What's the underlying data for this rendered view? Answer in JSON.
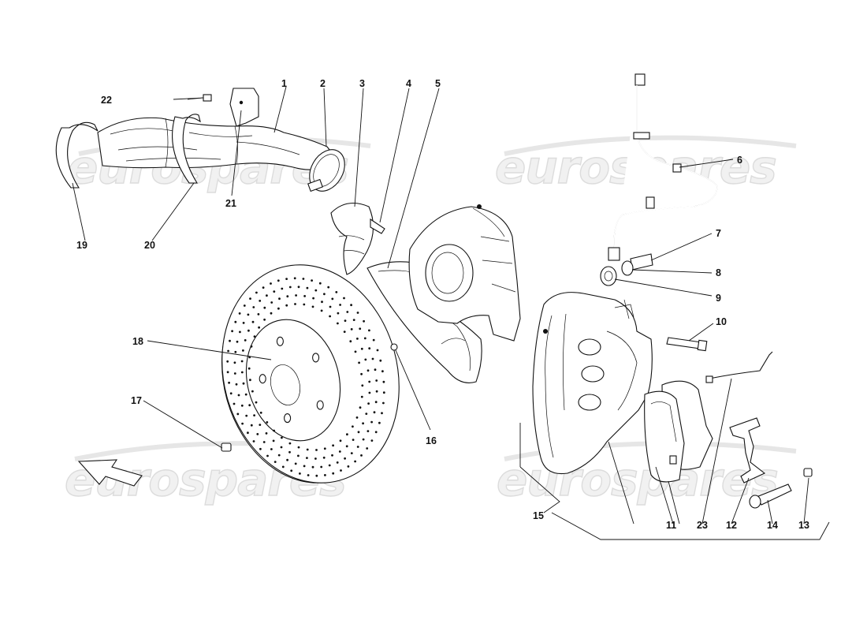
{
  "watermark": {
    "text": "eurospares"
  },
  "callouts": {
    "p1": "1",
    "p2": "2",
    "p3": "3",
    "p4": "4",
    "p5": "5",
    "p6": "6",
    "p7": "7",
    "p8": "8",
    "p9": "9",
    "p10": "10",
    "p11": "11",
    "p12": "12",
    "p13": "13",
    "p14": "14",
    "p15": "15",
    "p16": "16",
    "p17": "17",
    "p18": "18",
    "p19": "19",
    "p20": "20",
    "p21": "21",
    "p22": "22",
    "p23": "23"
  },
  "colors": {
    "line": "#111111",
    "watermark_fill": "#f1f1f1",
    "watermark_stroke": "#dcdcdc"
  }
}
